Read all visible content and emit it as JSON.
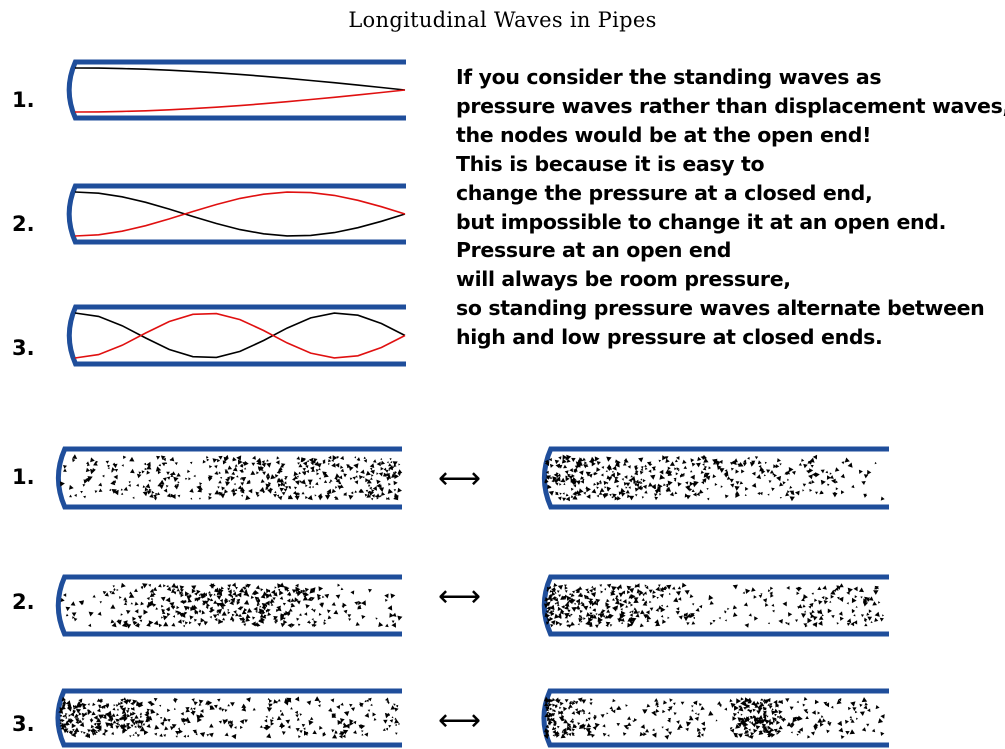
{
  "title": "Longitudinal Waves in Pipes",
  "wave_labels": [
    "1.",
    "2.",
    "3."
  ],
  "explanation_lines": [
    "If you consider the standing waves as",
    "pressure waves rather than displacement waves,",
    "the nodes would be at the open end!",
    "This is because it is easy to",
    "change the pressure at a closed end,",
    "but impossible to change it at an open end.",
    "Pressure at an open end",
    "will always be room pressure,",
    "so standing pressure waves alternate between",
    "high and low pressure at closed ends."
  ],
  "particle_labels": [
    "1.",
    "2.",
    "3."
  ],
  "arrow_glyph": "⟷",
  "colors": {
    "pipe": "#1f4e9b",
    "wave_a": "#000000",
    "wave_b": "#e01010",
    "particles": "#000000"
  }
}
